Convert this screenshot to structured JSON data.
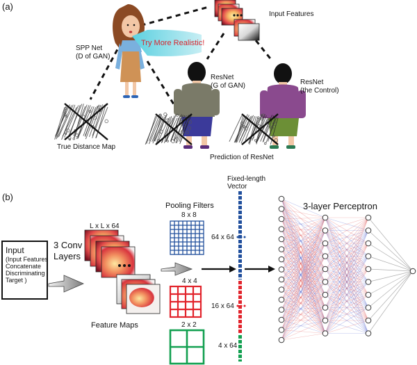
{
  "panel_a": {
    "tag": "(a)",
    "input_features": "Input Features",
    "spp_net": [
      "SPP Net",
      "(D of  GAN)"
    ],
    "speech": "Try More Realistic!",
    "resnet_g": [
      "ResNet",
      "(G of GAN)"
    ],
    "resnet_control": [
      "ResNet",
      "(the Control)"
    ],
    "true_distance_map": "True Distance Map",
    "prediction": "Prediction of ResNet"
  },
  "panel_b": {
    "tag": "(b)",
    "input_title": "Input",
    "input_detail": "(Input Features Concatenate Discriminating Target )",
    "conv_layers": [
      "3 Conv",
      "Layers"
    ],
    "lxl": "L x L x 64",
    "feature_maps": "Feature Maps",
    "pooling_filters": "Pooling Filters",
    "grid_8": "8 x 8",
    "grid_4": "4 x 4",
    "grid_2": "2 x 2",
    "vector_title": [
      "Fixed-length",
      "Vector"
    ],
    "v64": "64 x 64",
    "v16": "16 x 64",
    "v4": "4 x 64",
    "perceptron": "3-layer Perceptron",
    "dots": "• • •"
  },
  "colors": {
    "blue": "#1f4e9c",
    "red": "#e2232b",
    "green": "#12a050",
    "heat_hot": "#ffe98a",
    "heat_mid": "#f08a4a",
    "heat_deep": "#c81e2a"
  }
}
